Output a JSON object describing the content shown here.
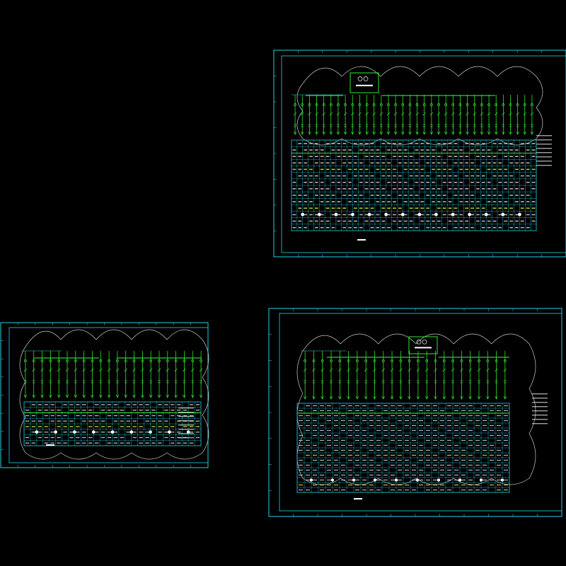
{
  "viewport": {
    "background": "#000000",
    "colors": {
      "frame": "#22d3e6",
      "wire": "#39ff39",
      "cloud": "#c8c8c8",
      "table": "#22d3e6",
      "text": "#e6e6e6",
      "accent_yellow": "#ffff33",
      "accent_magenta": "#ff33ff",
      "accent_white": "#ffffff"
    }
  },
  "sheets": [
    {
      "id": "sheet-top-right",
      "panel_count": 4,
      "feeder_count": 34,
      "table_rows": 14,
      "table_cols": 44,
      "has_cloud": true,
      "has_transformer_box": true
    },
    {
      "id": "sheet-left",
      "panel_count": 2,
      "feeder_count": 22,
      "table_rows": 8,
      "table_cols": 28,
      "has_cloud": true,
      "has_transformer_box": false
    },
    {
      "id": "sheet-bottom-right",
      "panel_count": 3,
      "feeder_count": 24,
      "table_rows": 18,
      "table_cols": 30,
      "has_cloud": true,
      "has_transformer_box": true
    }
  ]
}
